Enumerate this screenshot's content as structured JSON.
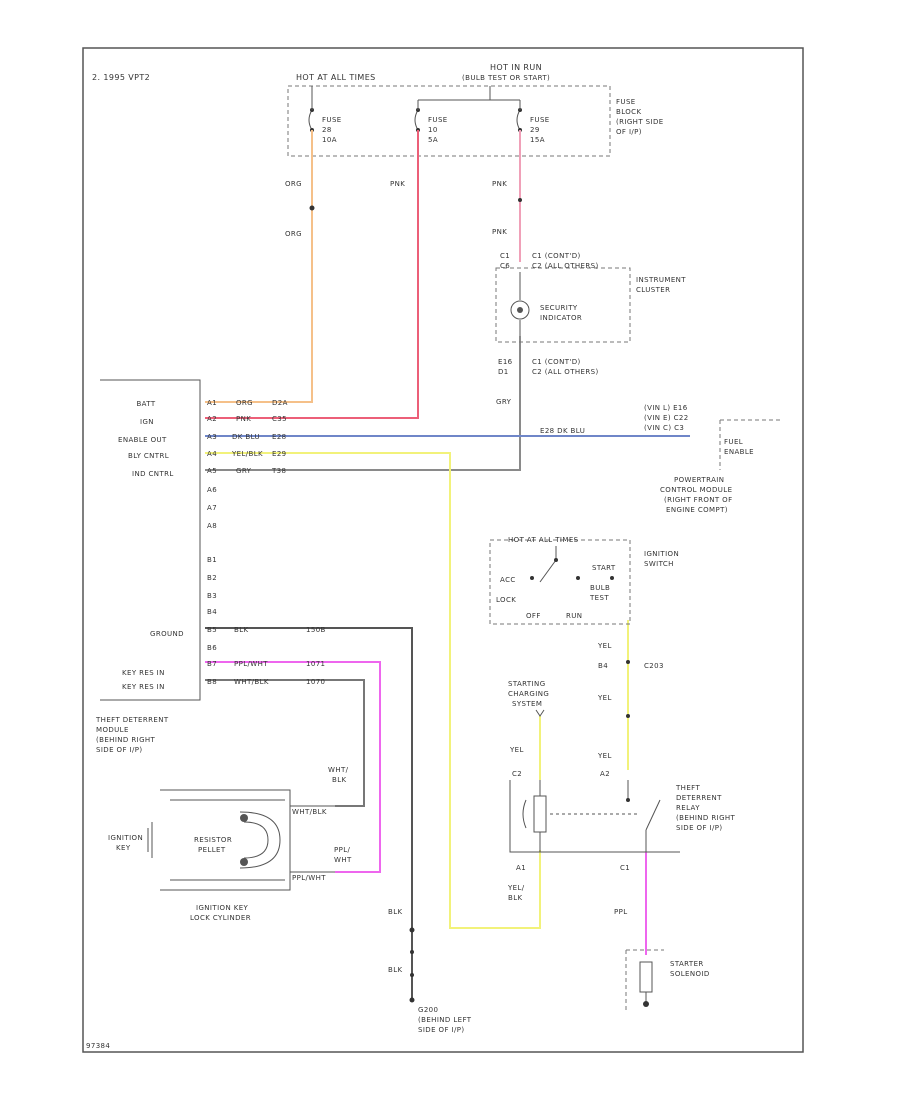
{
  "diagram": {
    "corner_top": "2. 1995 VPT2",
    "corner_bottom": "97384",
    "hot_at_all_times": "HOT AT ALL TIMES",
    "hot_in_run": "HOT IN RUN",
    "hot_in_run_sub": "(BULB TEST OR START)",
    "fuses": [
      {
        "line1": "FUSE",
        "line2": "28",
        "line3": "10A"
      },
      {
        "line1": "FUSE",
        "line2": "10",
        "line3": "5A"
      },
      {
        "line1": "FUSE",
        "line2": "29",
        "line3": "15A"
      }
    ],
    "fuse_block": [
      "FUSE",
      "BLOCK",
      "(RIGHT SIDE",
      "OF I/P)"
    ],
    "wire_org_1": "ORG",
    "wire_org_2": "ORG",
    "wire_pnk_1": "PNK",
    "wire_pnk_2": "PNK",
    "wire_pnk_3": "PNK",
    "cluster_conn_top_1": "C1 (CONT'D)",
    "cluster_conn_top_2": "C2 (ALL OTHERS)",
    "pin_c1": "C1",
    "pin_c2": "C6",
    "instrument_cluster": [
      "INSTRUMENT",
      "CLUSTER"
    ],
    "security_indicator": [
      "SECURITY",
      "INDICATOR"
    ],
    "cluster_conn_bot_1": "C1 (CONT'D)",
    "cluster_conn_bot_2": "C2 (ALL OTHERS)",
    "pin_e16": "E16",
    "pin_d1": "D1",
    "wire_gry": "GRY",
    "module_rows": [
      {
        "name": "BATT",
        "pin": "A1",
        "color": "ORG",
        "wire": "D2A"
      },
      {
        "name": "IGN",
        "pin": "A2",
        "color": "PNK",
        "wire": "C35"
      },
      {
        "name": "ENABLE OUT",
        "pin": "A3",
        "color": "DK BLU",
        "wire": "E28"
      },
      {
        "name": "BLY CNTRL",
        "pin": "A4",
        "color": "YEL/BLK",
        "wire": "E29"
      },
      {
        "name": "IND CNTRL",
        "pin": "A5",
        "color": "GRY",
        "wire": "T38"
      }
    ],
    "module_extra_pins": [
      "A6",
      "A7",
      "A8",
      "B1",
      "B2",
      "B3",
      "B4"
    ],
    "ground_row": {
      "name": "GROUND",
      "pin": "B5",
      "color": "BLK",
      "wire": "150B"
    },
    "pin_b6": "B6",
    "key_rows": [
      {
        "name": "KEY RES IN",
        "pin": "B7",
        "color": "PPL/WHT",
        "wire": "1071"
      },
      {
        "name": "KEY RES IN",
        "pin": "B8",
        "color": "WHT/BLK",
        "wire": "1070"
      }
    ],
    "module_label": [
      "THEFT DETERRENT",
      "MODULE",
      "(BEHIND RIGHT",
      "SIDE OF I/P)"
    ],
    "pcm_wire_color": "E28 DK BLU",
    "pcm_pins": [
      "(VIN L)  E16",
      "(VIN E)  C22",
      "(VIN C)  C3"
    ],
    "pcm_fuel": [
      "FUEL",
      "ENABLE"
    ],
    "pcm_label": [
      "POWERTRAIN",
      "CONTROL MODULE",
      "(RIGHT FRONT OF",
      "ENGINE COMPT)"
    ],
    "ign_hot": "HOT AT ALL TIMES",
    "ign_switch_label": [
      "IGNITION",
      "SWITCH"
    ],
    "ign_acc": "ACC",
    "ign_lock": "LOCK",
    "ign_start": "START",
    "ign_bulb": [
      "BULB",
      "TEST"
    ],
    "ign_off": "OFF",
    "ign_run": "RUN",
    "wire_yel_1": "YEL",
    "pin_b4": "B4",
    "conn_c203": "C203",
    "wire_yel_2": "YEL",
    "wire_yel_3": "YEL",
    "pin_a2": "A2",
    "starting_system": [
      "STARTING",
      "CHARGING",
      "SYSTEM"
    ],
    "wire_yel_4": "YEL",
    "relay_pin_c2": "C2",
    "relay_pin_a1": "A1",
    "relay_pin_c1": "C1",
    "wire_yel_blk": [
      "YEL/",
      "BLK"
    ],
    "relay_label": [
      "THEFT",
      "DETERRENT",
      "RELAY",
      "(BEHIND RIGHT",
      "SIDE OF I/P)"
    ],
    "wire_ppl": "PPL",
    "starter_solenoid": [
      "STARTER",
      "SOLENOID"
    ],
    "lock_wire_top": [
      "WHT/",
      "BLK"
    ],
    "lock_wire_bot": [
      "PPL/",
      "WHT"
    ],
    "ignition_key": [
      "IGNITION",
      "KEY"
    ],
    "resistor_pellet": [
      "RESISTOR",
      "PELLET"
    ],
    "lock_pin_top": "WHT/BLK",
    "lock_pin_bot": "PPL/WHT",
    "lock_cylinder": [
      "IGNITION KEY",
      "LOCK CYLINDER"
    ],
    "wire_blk_1": "BLK",
    "wire_blk_2": "BLK",
    "ground_label": [
      "G200",
      "(BEHIND LEFT",
      "SIDE OF I/P)"
    ]
  },
  "colors": {
    "org": "#f5c089",
    "pnk": "#ec5f78",
    "pnk_light": "#f0a0b8",
    "blu": "#6f86c8",
    "yel": "#f2f27a",
    "gry": "#8a8a8a",
    "blk": "#555555",
    "ppl": "#ee66ee"
  }
}
